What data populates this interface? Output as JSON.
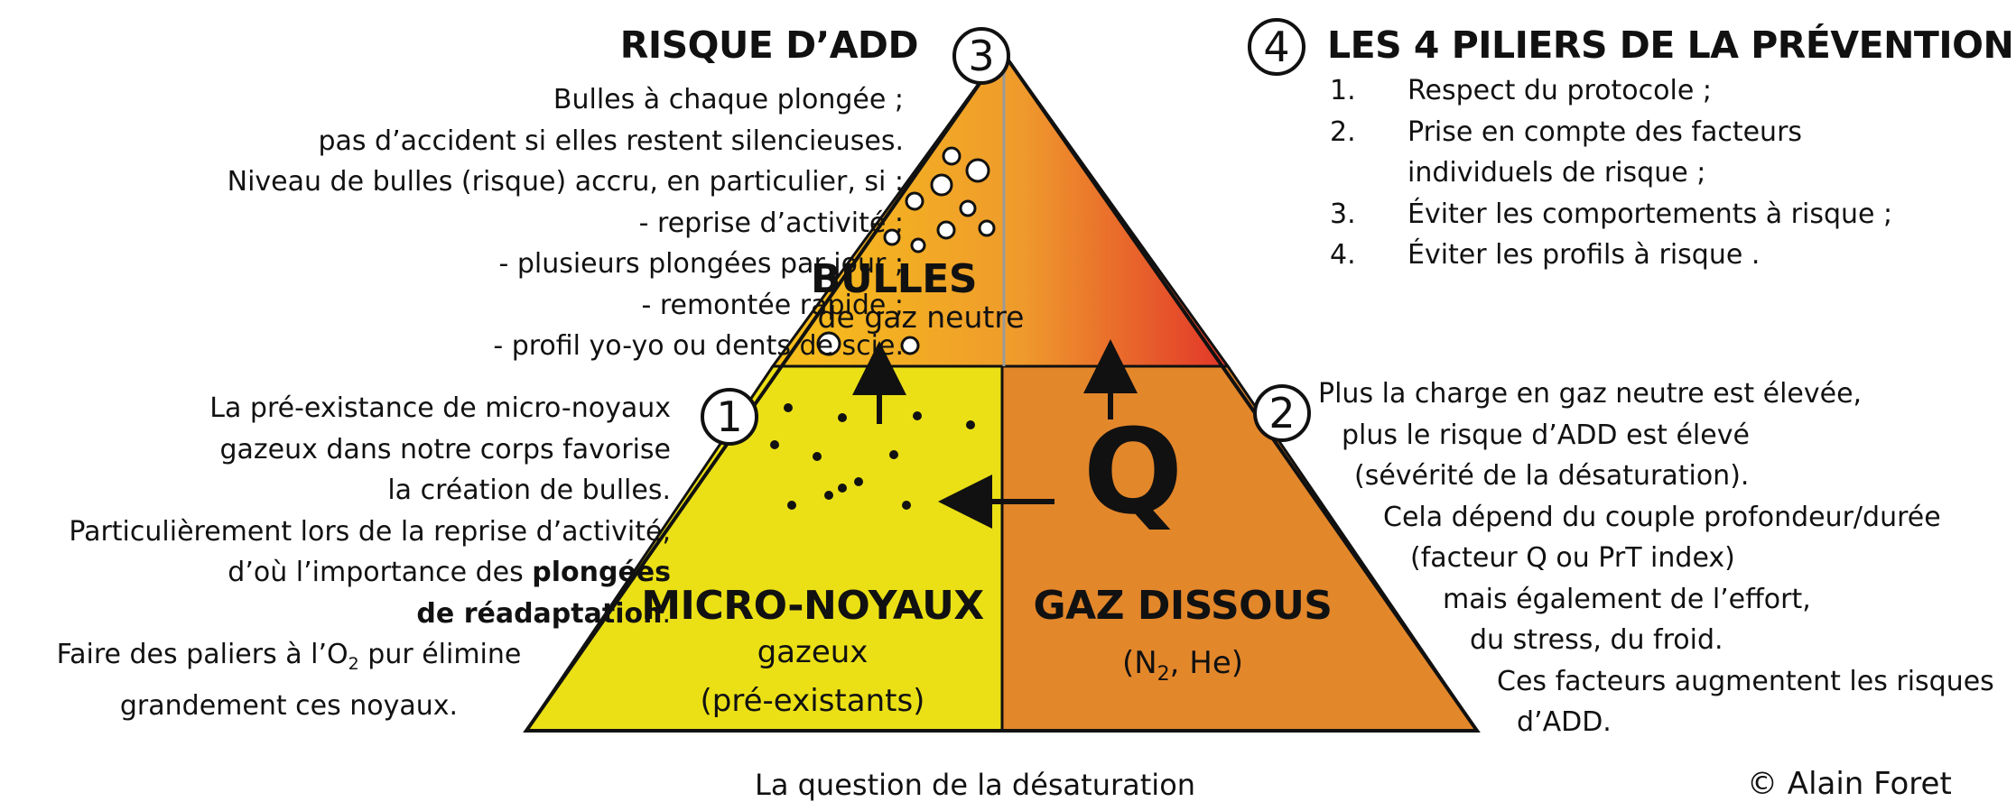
{
  "colors": {
    "micro_zone": "#ebe015",
    "gaz_zone": "#e3872b",
    "bulles_zone_left": "#f7c11a",
    "bulles_zone_mid": "#ef9a2c",
    "bulles_zone_right": "#e2362a",
    "outline": "#111111"
  },
  "risque": {
    "number": "3",
    "title": "RISQUE D’ADD",
    "lines": [
      "Bulles à chaque plongée ;",
      "pas d’accident si elles restent silencieuses.",
      "Niveau de bulles (risque) accru, en particulier, si :",
      "- reprise d’activité ;",
      "- plusieurs plongées par jour ;",
      "- remontée rapide ;",
      "- profil yo-yo ou dents de scie."
    ]
  },
  "piliers": {
    "number": "4",
    "title": "LES 4 PILIERS DE LA PRÉVENTION",
    "items": [
      {
        "num": "1.",
        "lines": [
          "Respect du protocole ;"
        ]
      },
      {
        "num": "2.",
        "lines": [
          "Prise en compte des facteurs",
          "individuels de risque ;"
        ]
      },
      {
        "num": "3.",
        "lines": [
          "Éviter les comportements à risque ;"
        ]
      },
      {
        "num": "4.",
        "lines": [
          "Éviter les profils à risque ."
        ]
      }
    ]
  },
  "micro_noyaux": {
    "number": "1",
    "lines_a": [
      "La pré-existance de micro-noyaux",
      "gazeux dans notre corps favorise",
      "la création de bulles.",
      "Particulièrement lors de la reprise d’activité,"
    ],
    "importance_prefix": "d’où l’importance des ",
    "importance_bold_1": "plongées",
    "importance_bold_2": "de réadaptation",
    "importance_suffix": ".",
    "paliers_before": "Faire des paliers à l’O",
    "paliers_sub": "2",
    "paliers_after": " pur élimine",
    "paliers_line2": "grandement ces noyaux.",
    "zone_title": "MICRO-NOYAUX",
    "zone_sub1": "gazeux",
    "zone_sub2": "(pré-existants)"
  },
  "gaz_dissous": {
    "number": "2",
    "lines": [
      "Plus la charge en gaz neutre est élevée,",
      "plus le risque d’ADD est élevé",
      "(sévérité de la désaturation).",
      "Cela dépend du couple profondeur/durée",
      "(facteur Q ou PrT index)",
      "mais également de l’effort,",
      "du stress, du froid.",
      "Ces facteurs augmentent les risques",
      "d’ADD."
    ],
    "zone_title": "GAZ DISSOUS",
    "formula_before": "(N",
    "formula_sub": "2",
    "formula_after": ", He)",
    "q_label": "Q"
  },
  "bulles": {
    "title": "BULLES",
    "sub": "de gaz neutre"
  },
  "caption": "La question de la désaturation",
  "copyright": "© Alain Foret"
}
